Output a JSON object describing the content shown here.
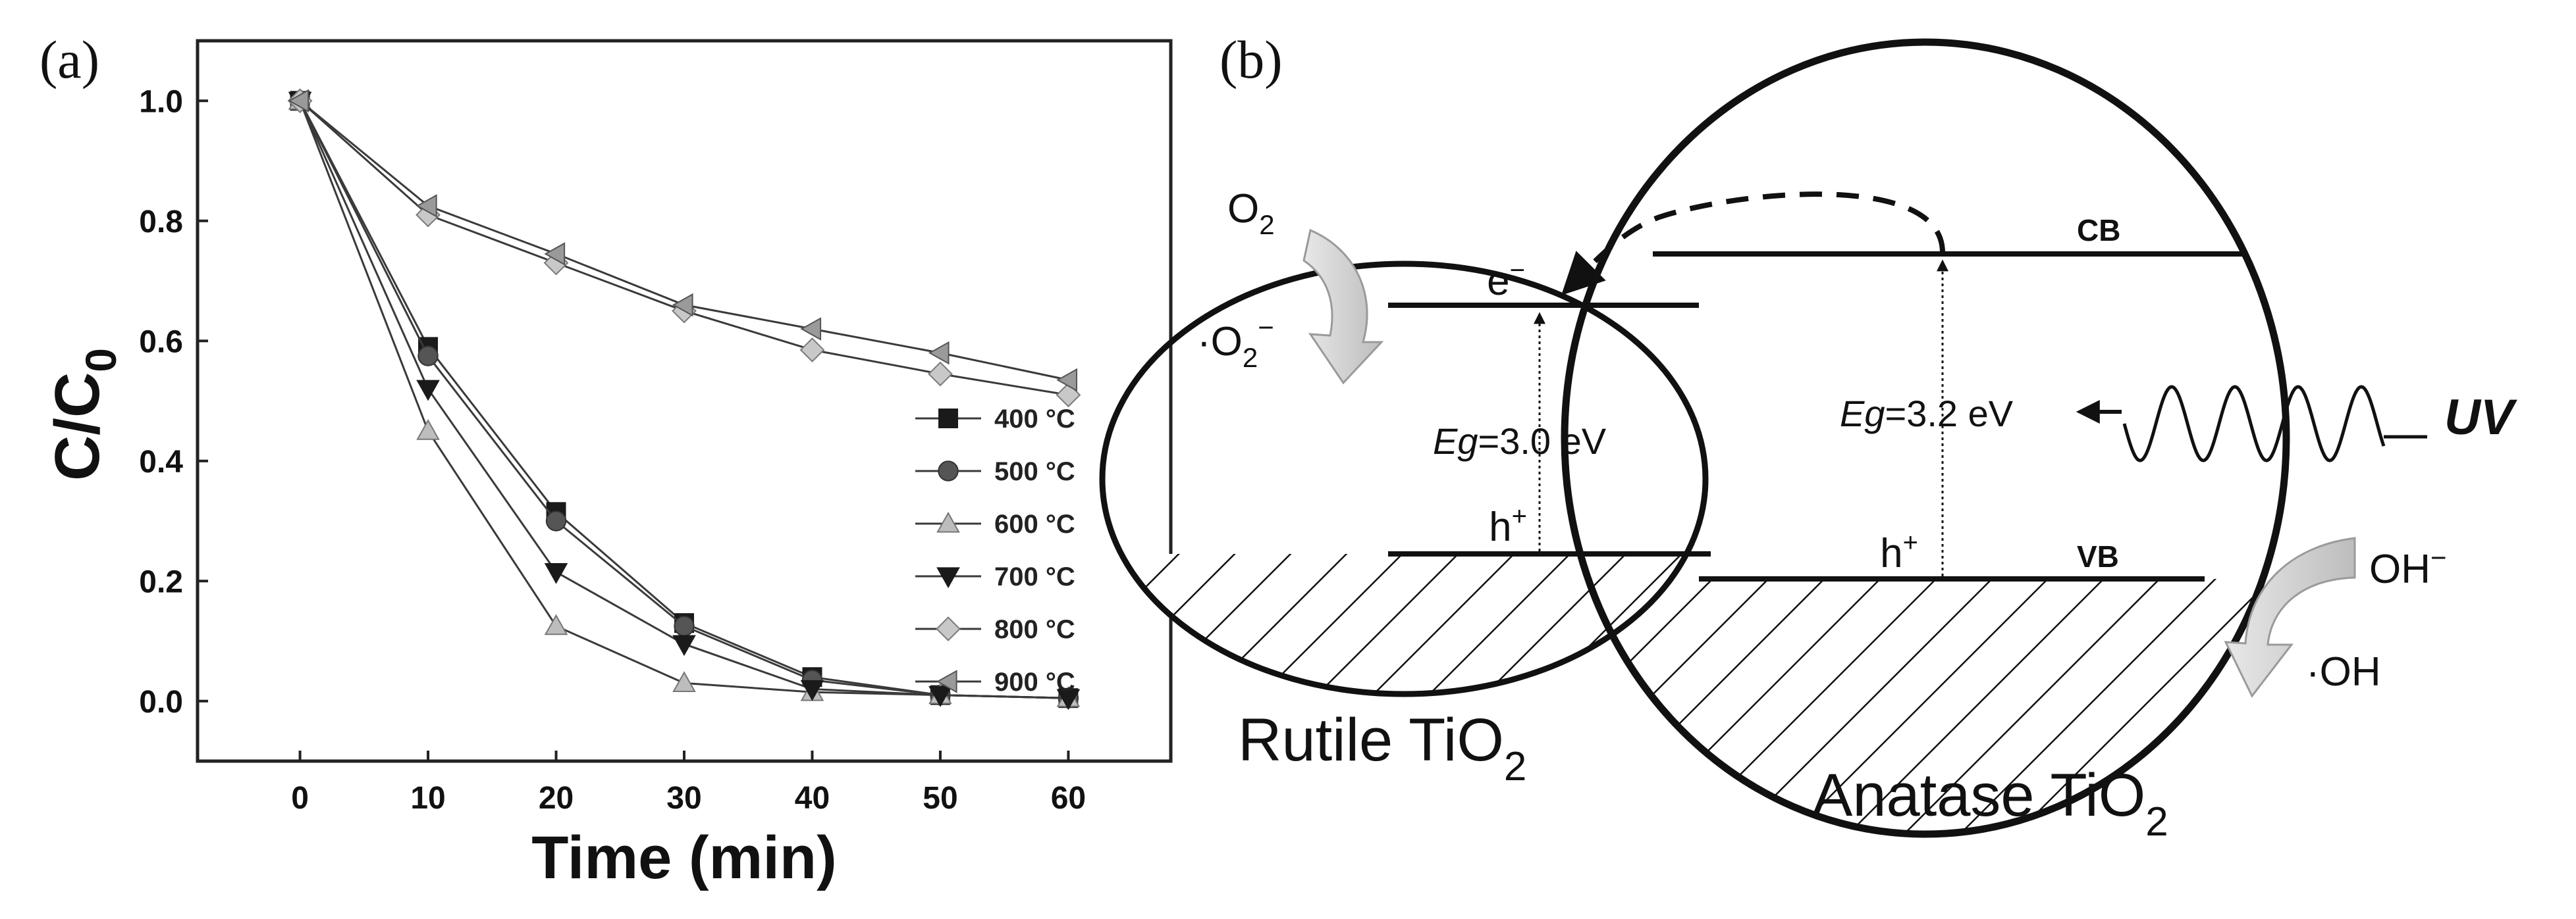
{
  "chart_data": [
    {
      "panel": "(a)",
      "type": "line",
      "xlabel": "Time (min)",
      "ylabel": "C/C",
      "ylabel_sub": "0",
      "xlim": [
        -8,
        68
      ],
      "ylim": [
        -0.1,
        1.1
      ],
      "x": [
        0,
        10,
        20,
        30,
        40,
        50,
        60
      ],
      "xticks": [
        "0",
        "10",
        "20",
        "30",
        "40",
        "50",
        "60"
      ],
      "yticks": [
        "0.0",
        "0.2",
        "0.4",
        "0.6",
        "0.8",
        "1.0"
      ],
      "ytick_values": [
        0.0,
        0.2,
        0.4,
        0.6,
        0.8,
        1.0
      ],
      "legend_position": "right",
      "series": [
        {
          "name": "400 °C",
          "marker": "square",
          "values": [
            1.0,
            0.59,
            0.315,
            0.13,
            0.04,
            0.01,
            0.005
          ]
        },
        {
          "name": "500 °C",
          "marker": "circle",
          "values": [
            1.0,
            0.575,
            0.3,
            0.125,
            0.035,
            0.01,
            0.005
          ]
        },
        {
          "name": "600 °C",
          "marker": "triangle-up",
          "values": [
            1.0,
            0.45,
            0.125,
            0.03,
            0.015,
            0.01,
            0.005
          ]
        },
        {
          "name": "700 °C",
          "marker": "triangle-down",
          "values": [
            1.0,
            0.52,
            0.215,
            0.095,
            0.02,
            0.01,
            0.005
          ]
        },
        {
          "name": "800 °C",
          "marker": "diamond",
          "values": [
            1.0,
            0.81,
            0.73,
            0.65,
            0.585,
            0.545,
            0.51
          ]
        },
        {
          "name": "900 °C",
          "marker": "triangle-left",
          "values": [
            1.0,
            0.825,
            0.745,
            0.66,
            0.62,
            0.58,
            0.535
          ]
        }
      ]
    }
  ],
  "diagram": {
    "panel": "(b)",
    "rutile_label": "Rutile TiO",
    "rutile_sub": "2",
    "anatase_label": "Anatase TiO",
    "anatase_sub": "2",
    "cb_label": "CB",
    "vb_label": "VB",
    "electron_label": "e",
    "electron_sup": "−",
    "hole_label": "h",
    "hole_sup": "+",
    "eg_symbol": "Eg",
    "rutile_gap": "=3.0 eV",
    "anatase_gap": "=3.2 eV",
    "uv_label": "UV",
    "o2_label": "O",
    "o2_sub": "2",
    "superoxide_dot": "·O",
    "superoxide_sub": "2",
    "superoxide_sup": "−",
    "hydroxide_label": "OH",
    "hydroxide_sup": "−",
    "hydroxyl_label": "·OH"
  }
}
